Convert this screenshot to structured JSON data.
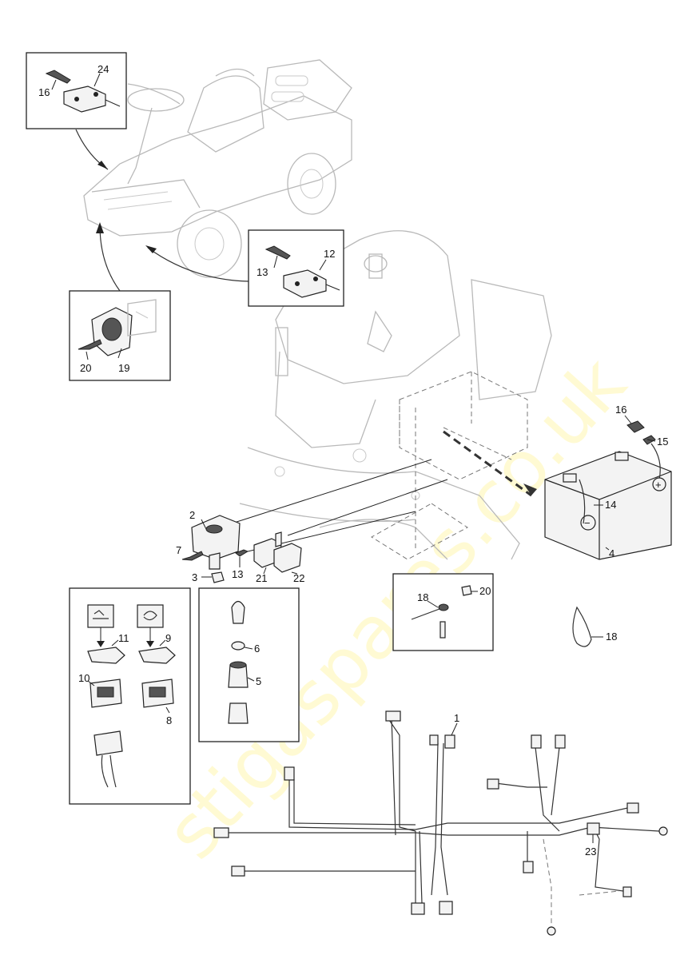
{
  "watermark": "stigaspares.co.uk",
  "callouts": {
    "c1": "1",
    "c2": "2",
    "c3": "3",
    "c4": "4",
    "c5": "5",
    "c6": "6",
    "c7": "7",
    "c8": "8",
    "c9": "9",
    "c10": "10",
    "c11": "11",
    "c12": "12",
    "c13a": "13",
    "c13b": "13",
    "c14": "14",
    "c15": "15",
    "c16a": "16",
    "c16b": "16",
    "c18a": "18",
    "c18b": "18",
    "c19": "19",
    "c20a": "20",
    "c20b": "20",
    "c21": "21",
    "c22": "22",
    "c23": "23",
    "c24": "24"
  },
  "symbols": {
    "battery_minus": "−",
    "battery_plus": "+"
  },
  "colors": {
    "line": "#222222",
    "ghost": "#b9b9b9",
    "watermark": "#fff6b0"
  }
}
